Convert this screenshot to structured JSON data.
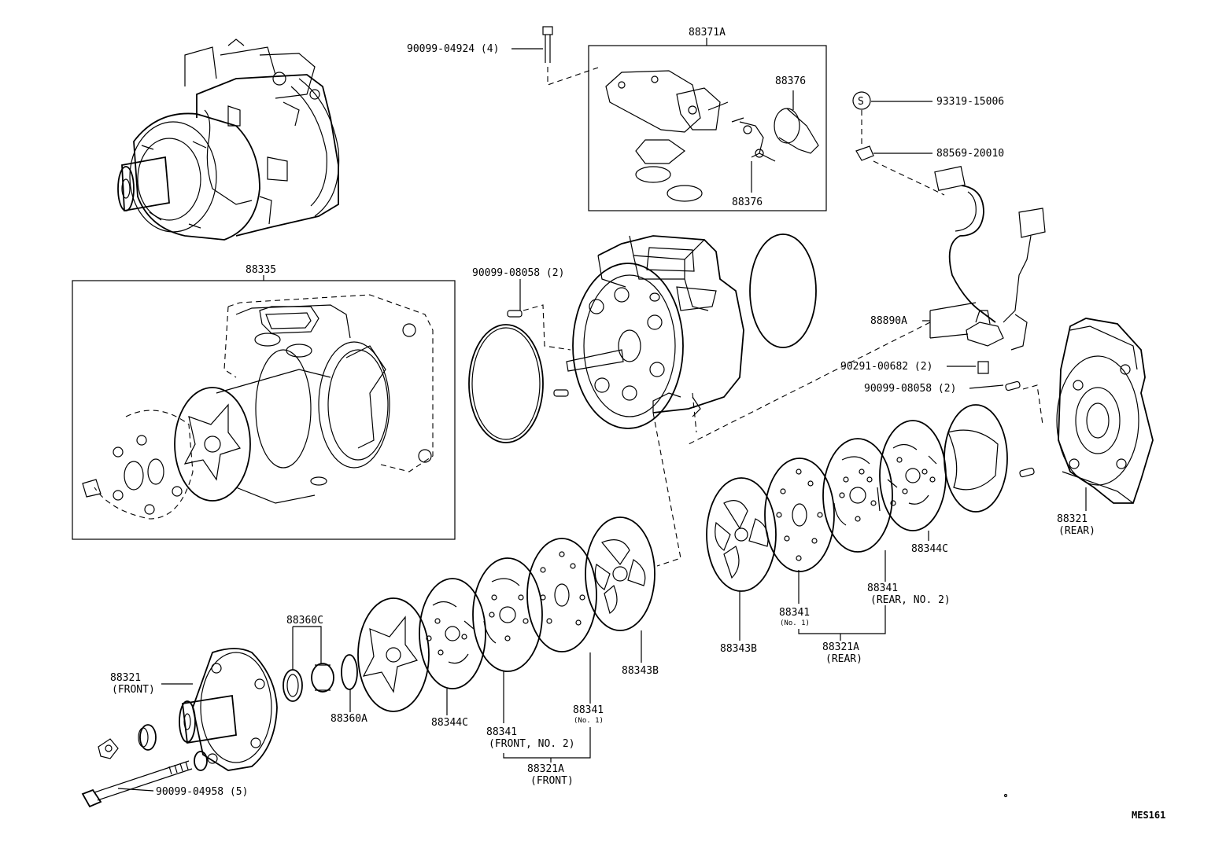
{
  "labels": {
    "bolt_top": "90099-04924 (4)",
    "valve_kit": "88371A",
    "valve_a": "88376",
    "valve_b": "88376",
    "seal_s": "93319-15006",
    "sensor_clip": "88569-20010",
    "cyl_kit": "88335",
    "pin_front": "90099-08058 (2)",
    "switch": "88890A",
    "bolt_switch": "90291-00682 (2)",
    "pin_rear": "90099-08058 (2)",
    "housing_rear": "88321",
    "housing_rear_sub": "(REAR)",
    "gasket_rear_c": "88344C",
    "plate_rear_no2": "88341",
    "plate_rear_no2_sub": "(REAR, NO. 2)",
    "plate_rear_no1": "88341",
    "plate_rear_no1_sub": "(No. 1)",
    "valve_set_rear": "88321A",
    "valve_set_rear_sub": "(REAR)",
    "gasket_rear_b": "88343B",
    "gasket_front_b": "88343B",
    "seal_c": "88360C",
    "seal_a": "88360A",
    "housing_front": "88321",
    "housing_front_sub": "(FRONT)",
    "gasket_front_c": "88344C",
    "plate_front_no2": "88341",
    "plate_front_no2_sub": "(FRONT, NO. 2)",
    "plate_front_no1": "88341",
    "plate_front_no1_sub": "(No. 1)",
    "valve_set_front": "88321A",
    "valve_set_front_sub": "(FRONT)",
    "bolt_through": "90099-04958 (5)",
    "s_symbol": "S",
    "diagram_code": "MES161"
  }
}
